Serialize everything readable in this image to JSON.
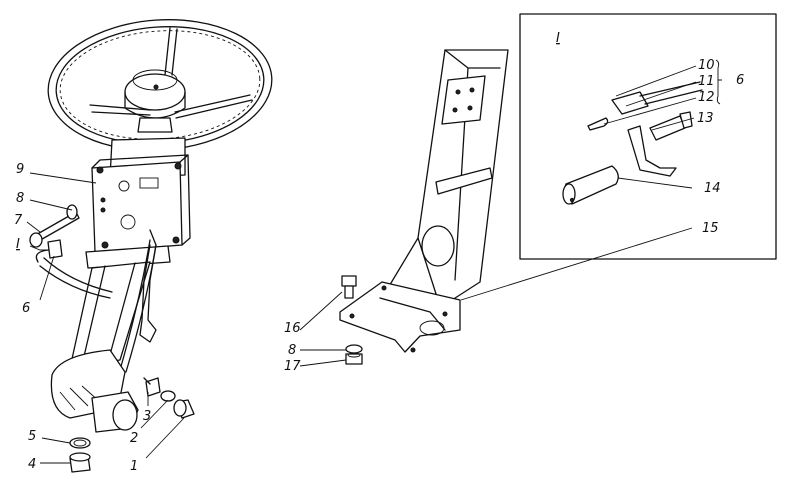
{
  "diagram": {
    "detail_group_label": "I",
    "callouts": {
      "c1": "1",
      "c2": "2",
      "c3": "3",
      "c4": "4",
      "c5": "5",
      "c6_left": "6",
      "c7": "7",
      "c8_left": "8",
      "c9": "9",
      "detail_ref_left": "I",
      "c10": "10",
      "c11": "11",
      "c12": "12",
      "c6_group": "6",
      "c13": "13",
      "c14": "14",
      "c15": "15",
      "c16": "16",
      "c8_right": "8",
      "c17": "17"
    }
  }
}
